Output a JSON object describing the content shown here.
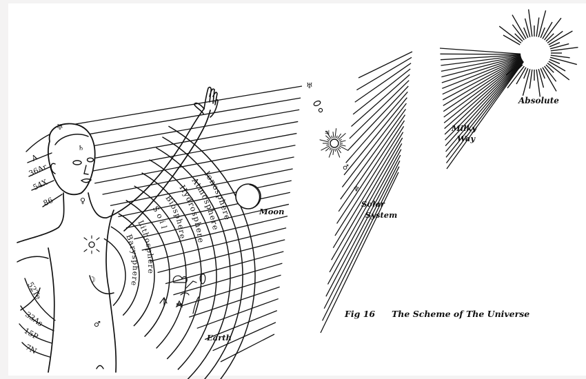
{
  "figure": {
    "caption_number": "Fig 16",
    "caption_title": "The Scheme of The Universe"
  },
  "labels": {
    "absolute": "Absolute",
    "milky_way_line1": "Milky",
    "milky_way_line2": "Way",
    "solar_system_line1": "Solar",
    "solar_system_line2": "System",
    "moon": "Moon",
    "earth": "Earth"
  },
  "earth_layers": [
    "Barysphere",
    "Lithosphere",
    "Soil",
    "Biosphere",
    "Hydrosphere",
    "Atmosphere",
    "Ionosphere"
  ],
  "head_scale": [
    "A",
    "36Ar",
    "54X",
    "86"
  ],
  "body_scale": [
    "52Te",
    "33As",
    "15P",
    "7N"
  ],
  "planet_symbols": {
    "crown": "♅",
    "brow": "♄",
    "throat": "♀",
    "heart": "☉",
    "solar_plexus": "☽",
    "sacral": "♂",
    "system_top": "♅",
    "system_saturn": "♄",
    "system_jupiter": "♃",
    "system_mars": "♂",
    "system_neptune": "♆"
  }
}
